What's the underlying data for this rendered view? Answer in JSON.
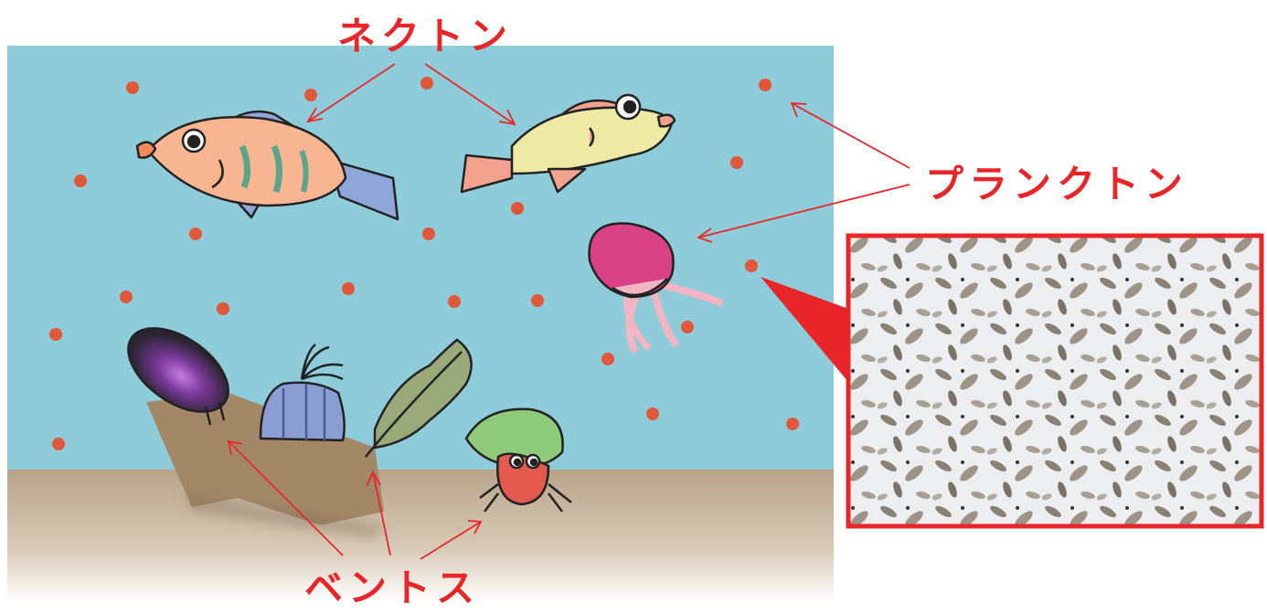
{
  "labels": {
    "nekton": "ネクトン",
    "plankton": "プランクトン",
    "benthos": "ベントス"
  },
  "colors": {
    "water": "#8fccd9",
    "seabed": "#bba88e",
    "plankton_dot": "#e0573a",
    "label": "#e8262a",
    "photo_frame": "#e8262a"
  },
  "icons": {
    "fish_left": "orange-wrasse-fish",
    "fish_right": "yellow-goby-fish",
    "jellyfish": "pink-jellyfish",
    "mussel": "purple-mussel",
    "barnacle": "barnacle",
    "seaweed": "green-seaweed",
    "hermit_crab": "hermit-crab",
    "rock": "seabed-rock",
    "photo": "plankton-microscope-photo"
  }
}
